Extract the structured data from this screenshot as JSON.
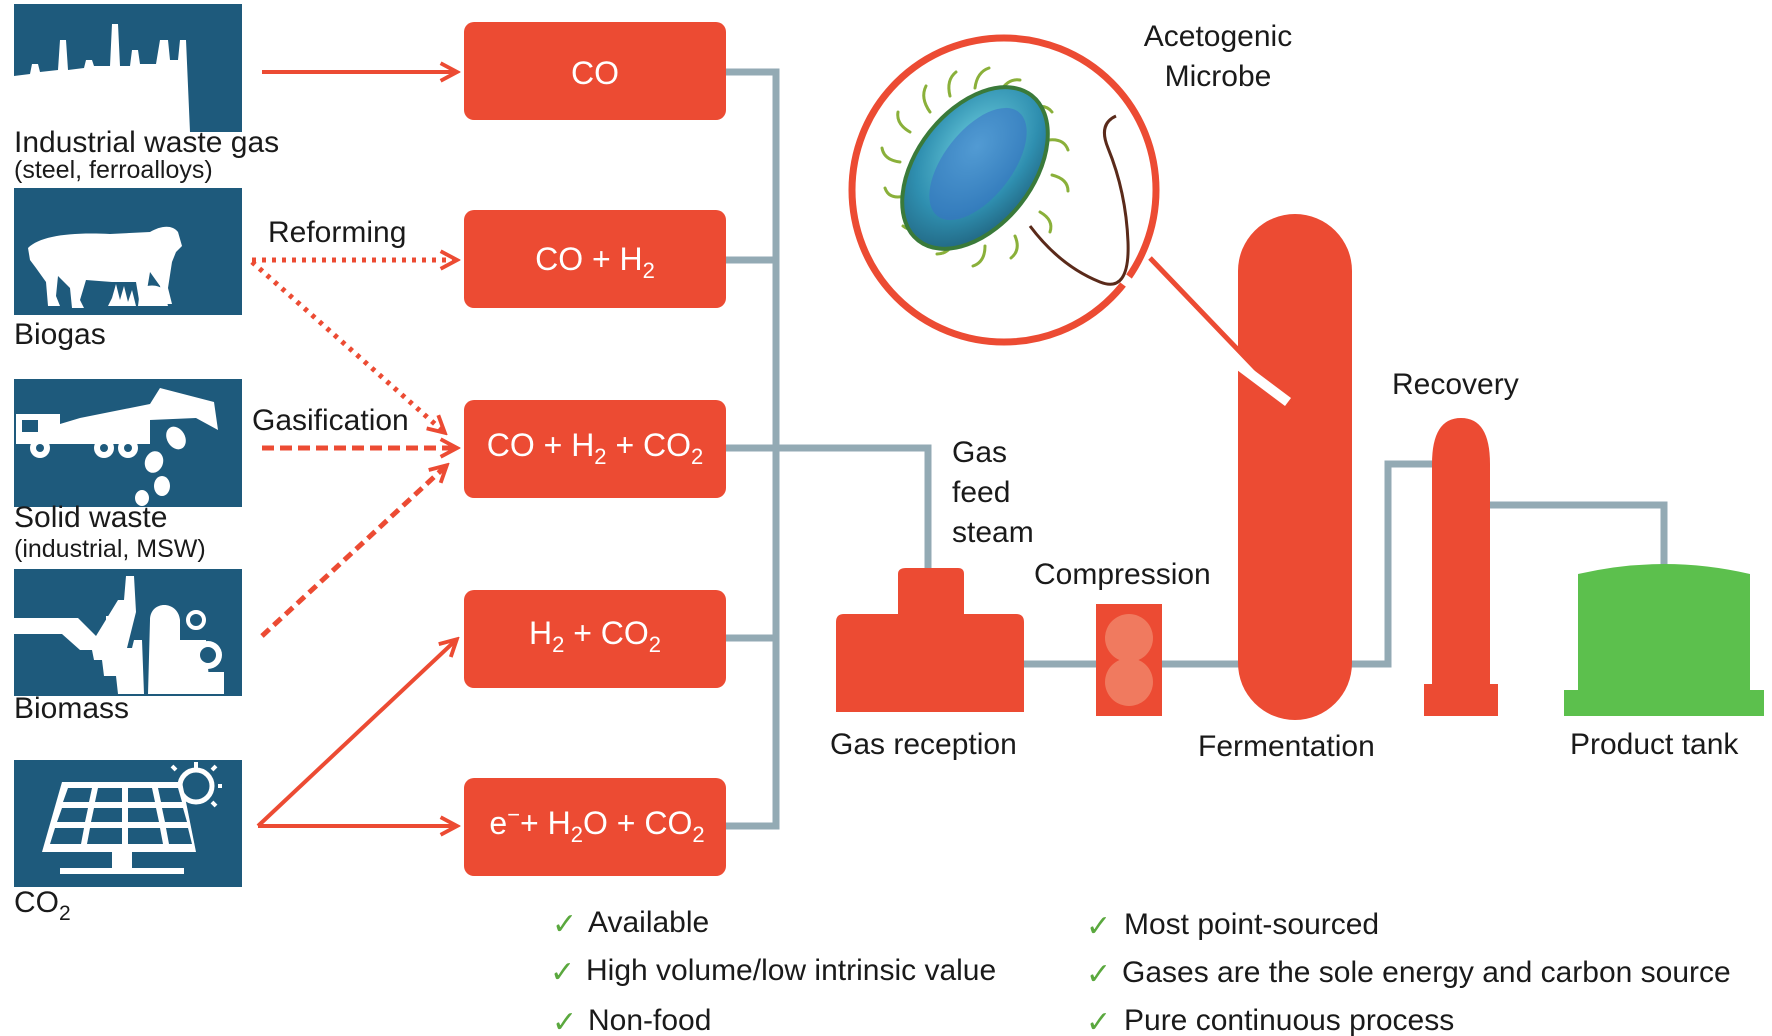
{
  "sources": [
    {
      "name": "industrial",
      "label": "Industrial waste gas",
      "sublabel": "(steel, ferroalloys)",
      "icon": "factory-icon"
    },
    {
      "name": "biogas",
      "label": "Biogas",
      "sublabel": "",
      "icon": "cow-icon"
    },
    {
      "name": "solid-waste",
      "label": "Solid waste",
      "sublabel": "(industrial, MSW)",
      "icon": "dump-truck-icon"
    },
    {
      "name": "biomass",
      "label": "Biomass",
      "sublabel": "",
      "icon": "biomass-plant-icon"
    },
    {
      "name": "co2",
      "label": "CO",
      "sub": "2",
      "sublabel": "",
      "icon": "solar-panel-icon"
    }
  ],
  "processes": {
    "reforming": "Reforming",
    "gasification": "Gasification"
  },
  "gas_boxes": [
    {
      "parts": [
        {
          "t": "CO"
        }
      ]
    },
    {
      "parts": [
        {
          "t": "CO + H"
        },
        {
          "s": "2"
        }
      ]
    },
    {
      "parts": [
        {
          "t": "CO + H"
        },
        {
          "s": "2"
        },
        {
          "t": " + CO"
        },
        {
          "s": "2"
        }
      ]
    },
    {
      "parts": [
        {
          "t": "H"
        },
        {
          "s": "2"
        },
        {
          "t": " + CO"
        },
        {
          "s": "2"
        }
      ]
    },
    {
      "parts": [
        {
          "t": "e"
        },
        {
          "sup": "−"
        },
        {
          "t": "+ H"
        },
        {
          "s": "2"
        },
        {
          "t": "O + CO"
        },
        {
          "s": "2"
        }
      ]
    }
  ],
  "plant": {
    "microbe_label_line1": "Acetogenic",
    "microbe_label_line2": "Microbe",
    "gas_feed_line1": "Gas",
    "gas_feed_line2": "feed",
    "gas_feed_line3": "steam",
    "compression": "Compression",
    "gas_reception": "Gas reception",
    "fermentation": "Fermentation",
    "recovery": "Recovery",
    "product_tank": "Product tank"
  },
  "check_mark": "✓",
  "benefits_left": [
    "Available",
    "High volume/low intrinsic value",
    "Non-food"
  ],
  "benefits_right": [
    "Most point-sourced",
    "Gases are the sole energy and carbon source",
    "Pure continuous process"
  ],
  "colors": {
    "orange": "#ec4b33",
    "tile_blue": "#1e5a7c",
    "pipe_gray": "#93aab4",
    "tank_green": "#5cc04d",
    "check_green": "#5aa83e"
  }
}
